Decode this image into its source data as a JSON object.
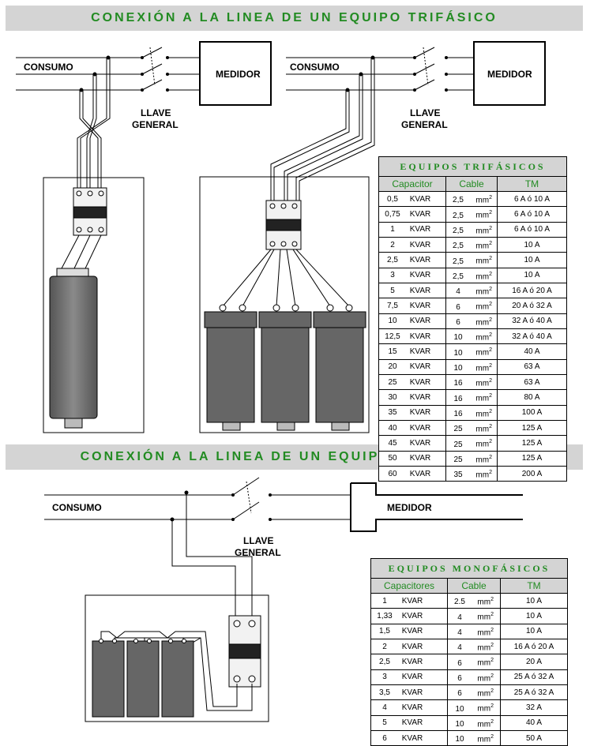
{
  "tri": {
    "title": "CONEXIÓN A LA LINEA DE UN EQUIPO TRIFÁSICO",
    "consumo": "CONSUMO",
    "medidor": "MEDIDOR",
    "llave1": "LLAVE",
    "llave2": "GENERAL",
    "table": {
      "title": "EQUIPOS TRIFÁSICOS",
      "headers": [
        "Capacitor",
        "Cable",
        "TM"
      ],
      "rows": [
        {
          "cap": "0,5",
          "unit": "KVAR",
          "cable": "2,5",
          "cu": "mm",
          "tm": "6 A ó 10 A"
        },
        {
          "cap": "0,75",
          "unit": "KVAR",
          "cable": "2,5",
          "cu": "mm",
          "tm": "6 A ó 10 A"
        },
        {
          "cap": "1",
          "unit": "KVAR",
          "cable": "2,5",
          "cu": "mm",
          "tm": "6 A ó 10 A"
        },
        {
          "cap": "2",
          "unit": "KVAR",
          "cable": "2,5",
          "cu": "mm",
          "tm": "10 A"
        },
        {
          "cap": "2,5",
          "unit": "KVAR",
          "cable": "2,5",
          "cu": "mm",
          "tm": "10 A"
        },
        {
          "cap": "3",
          "unit": "KVAR",
          "cable": "2,5",
          "cu": "mm",
          "tm": "10 A"
        },
        {
          "cap": "5",
          "unit": "KVAR",
          "cable": "4",
          "cu": "mm",
          "tm": "16 A ó 20 A"
        },
        {
          "cap": "7,5",
          "unit": "KVAR",
          "cable": "6",
          "cu": "mm",
          "tm": "20 A ó 32 A"
        },
        {
          "cap": "10",
          "unit": "KVAR",
          "cable": "6",
          "cu": "mm",
          "tm": "32 A ó 40 A"
        },
        {
          "cap": "12,5",
          "unit": "KVAR",
          "cable": "10",
          "cu": "mm",
          "tm": "32 A ó 40 A"
        },
        {
          "cap": "15",
          "unit": "KVAR",
          "cable": "10",
          "cu": "mm",
          "tm": "40 A"
        },
        {
          "cap": "20",
          "unit": "KVAR",
          "cable": "10",
          "cu": "mm",
          "tm": "63 A"
        },
        {
          "cap": "25",
          "unit": "KVAR",
          "cable": "16",
          "cu": "mm",
          "tm": "63 A"
        },
        {
          "cap": "30",
          "unit": "KVAR",
          "cable": "16",
          "cu": "mm",
          "tm": "80 A"
        },
        {
          "cap": "35",
          "unit": "KVAR",
          "cable": "16",
          "cu": "mm",
          "tm": "100 A"
        },
        {
          "cap": "40",
          "unit": "KVAR",
          "cable": "25",
          "cu": "mm",
          "tm": "125 A"
        },
        {
          "cap": "45",
          "unit": "KVAR",
          "cable": "25",
          "cu": "mm",
          "tm": "125 A"
        },
        {
          "cap": "50",
          "unit": "KVAR",
          "cable": "25",
          "cu": "mm",
          "tm": "125 A"
        },
        {
          "cap": "60",
          "unit": "KVAR",
          "cable": "35",
          "cu": "mm",
          "tm": "200 A"
        }
      ]
    }
  },
  "mono": {
    "title": "CONEXIÓN A LA LINEA DE UN EQUIPO MONOFÁSICO",
    "consumo": "CONSUMO",
    "medidor": "MEDIDOR",
    "llave1": "LLAVE",
    "llave2": "GENERAL",
    "table": {
      "title": "EQUIPOS MONOFÁSICOS",
      "headers": [
        "Capacitores",
        "Cable",
        "TM"
      ],
      "rows": [
        {
          "cap": "1",
          "unit": "KVAR",
          "cable": "2.5",
          "cu": "mm",
          "tm": "10 A"
        },
        {
          "cap": "1,33",
          "unit": "KVAR",
          "cable": "4",
          "cu": "mm",
          "tm": "10 A"
        },
        {
          "cap": "1,5",
          "unit": "KVAR",
          "cable": "4",
          "cu": "mm",
          "tm": "10 A"
        },
        {
          "cap": "2",
          "unit": "KVAR",
          "cable": "4",
          "cu": "mm",
          "tm": "16 A ó 20 A"
        },
        {
          "cap": "2,5",
          "unit": "KVAR",
          "cable": "6",
          "cu": "mm",
          "tm": "20 A"
        },
        {
          "cap": "3",
          "unit": "KVAR",
          "cable": "6",
          "cu": "mm",
          "tm": "25 A ó 32 A"
        },
        {
          "cap": "3,5",
          "unit": "KVAR",
          "cable": "6",
          "cu": "mm",
          "tm": "25 A ó 32 A"
        },
        {
          "cap": "4",
          "unit": "KVAR",
          "cable": "10",
          "cu": "mm",
          "tm": "32 A"
        },
        {
          "cap": "5",
          "unit": "KVAR",
          "cable": "10",
          "cu": "mm",
          "tm": "40 A"
        },
        {
          "cap": "6",
          "unit": "KVAR",
          "cable": "10",
          "cu": "mm",
          "tm": "50 A"
        }
      ]
    }
  },
  "colors": {
    "banner_bg": "#d4d4d4",
    "title_green": "#228b22",
    "capacitor_gray": "#6e6e6e"
  },
  "superscript": "2"
}
